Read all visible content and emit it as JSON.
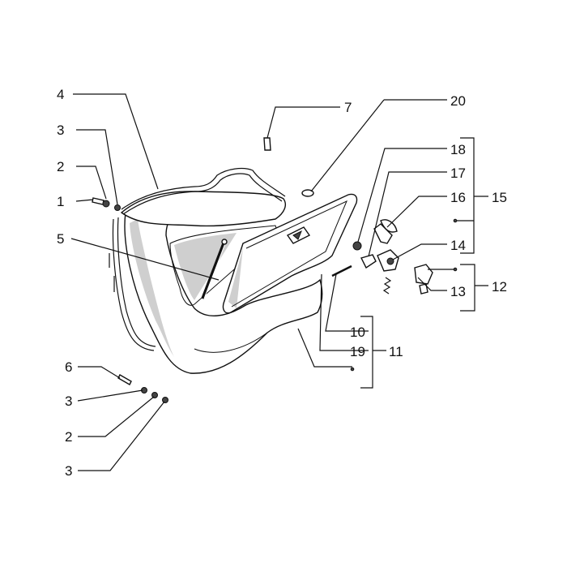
{
  "labels": {
    "l1": "1",
    "l2a": "2",
    "l3a": "3",
    "l4": "4",
    "l5": "5",
    "l6": "6",
    "l3b": "3",
    "l2b": "2",
    "l3c": "3",
    "l7": "7",
    "l20": "20",
    "l18": "18",
    "l17": "17",
    "l16": "16",
    "l15": "15",
    "l14": "14",
    "l12": "12",
    "l13": "13",
    "l10": "10",
    "l19": "19",
    "l11": "11"
  }
}
